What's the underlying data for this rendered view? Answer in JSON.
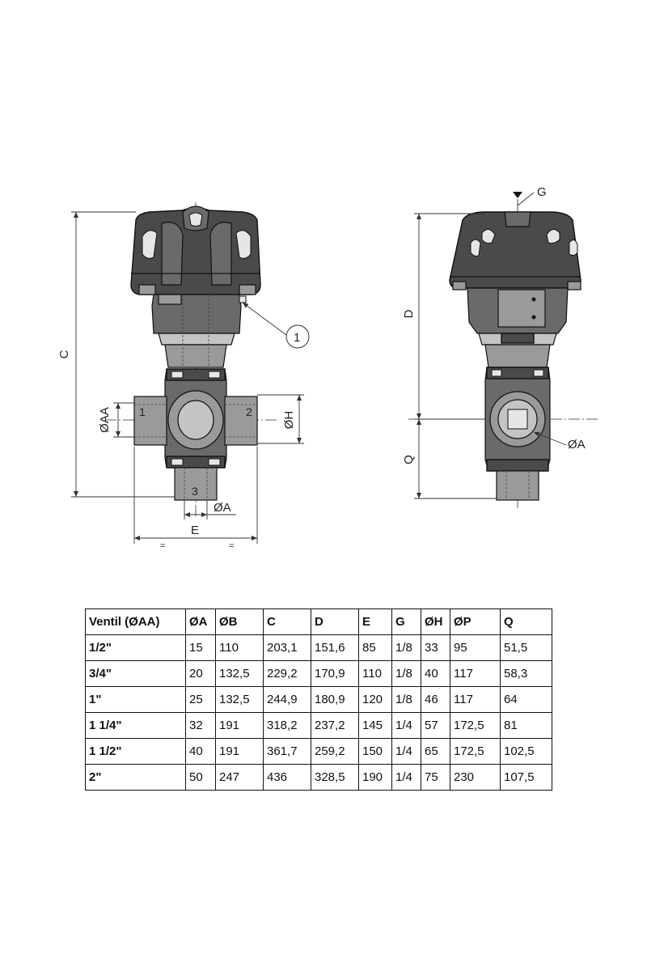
{
  "drawing": {
    "front_view": {
      "dim_overall_height": "C",
      "dim_width": "E",
      "dim_port_dia": "ØA",
      "dim_connection_dia": "ØAA",
      "dim_body_dia": "ØH",
      "equal_mark": "=",
      "port_1": "1",
      "port_2": "2",
      "port_3": "3",
      "callout": "1"
    },
    "side_view": {
      "dim_upper_height": "D",
      "dim_lower_height": "Q",
      "dim_port_dia": "ØA",
      "dim_thread": "G"
    }
  },
  "table": {
    "headers": [
      "Ventil (ØAA)",
      "ØA",
      "ØB",
      "C",
      "D",
      "E",
      "G",
      "ØH",
      "ØP",
      "Q"
    ],
    "rows": [
      [
        "1/2\"",
        "15",
        "110",
        "203,1",
        "151,6",
        "85",
        "1/8",
        "33",
        "95",
        "51,5"
      ],
      [
        "3/4\"",
        "20",
        "132,5",
        "229,2",
        "170,9",
        "110",
        "1/8",
        "40",
        "117",
        "58,3"
      ],
      [
        "1\"",
        "25",
        "132,5",
        "244,9",
        "180,9",
        "120",
        "1/8",
        "46",
        "117",
        "64"
      ],
      [
        "1 1/4\"",
        "32",
        "191",
        "318,2",
        "237,2",
        "145",
        "1/4",
        "57",
        "172,5",
        "81"
      ],
      [
        "1 1/2\"",
        "40",
        "191",
        "361,7",
        "259,2",
        "150",
        "1/4",
        "65",
        "172,5",
        "102,5"
      ],
      [
        "2\"",
        "50",
        "247",
        "436",
        "328,5",
        "190",
        "1/4",
        "75",
        "230",
        "107,5"
      ]
    ]
  }
}
